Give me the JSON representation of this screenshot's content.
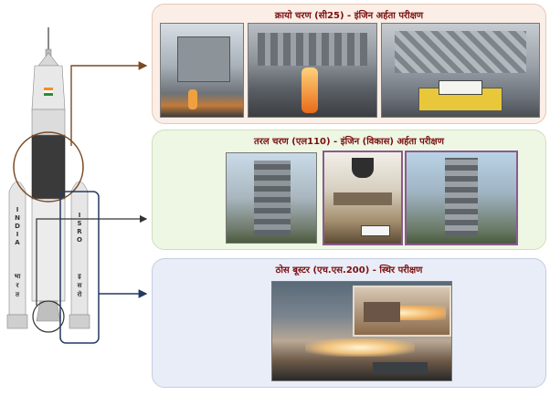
{
  "panels": {
    "cryo": {
      "title": "क्रायो चरण (सी25) - इंजिन अर्हता परीक्षण"
    },
    "liquid": {
      "title": "तरल चरण (एल110) - इंजिन (विकास) अर्हता परीक्षण"
    },
    "solid": {
      "title": "ठोस बूस्टर (एच.एस.200) - स्थिर परीक्षण"
    }
  },
  "rocket": {
    "left_booster_english": [
      "I",
      "N",
      "D",
      "I",
      "A"
    ],
    "right_booster_english": [
      "I",
      "S",
      "R",
      "O"
    ],
    "left_booster_hindi": [
      "भा",
      "र",
      "त"
    ],
    "right_booster_hindi": [
      "इ",
      "स",
      "रो"
    ]
  },
  "colors": {
    "cryo_panel": "#fbeee6",
    "liquid_panel": "#eef6e4",
    "solid_panel": "#e9edf7",
    "callout_brown": "#7a4a24",
    "callout_navy": "#223a63",
    "callout_dark": "#333333"
  }
}
